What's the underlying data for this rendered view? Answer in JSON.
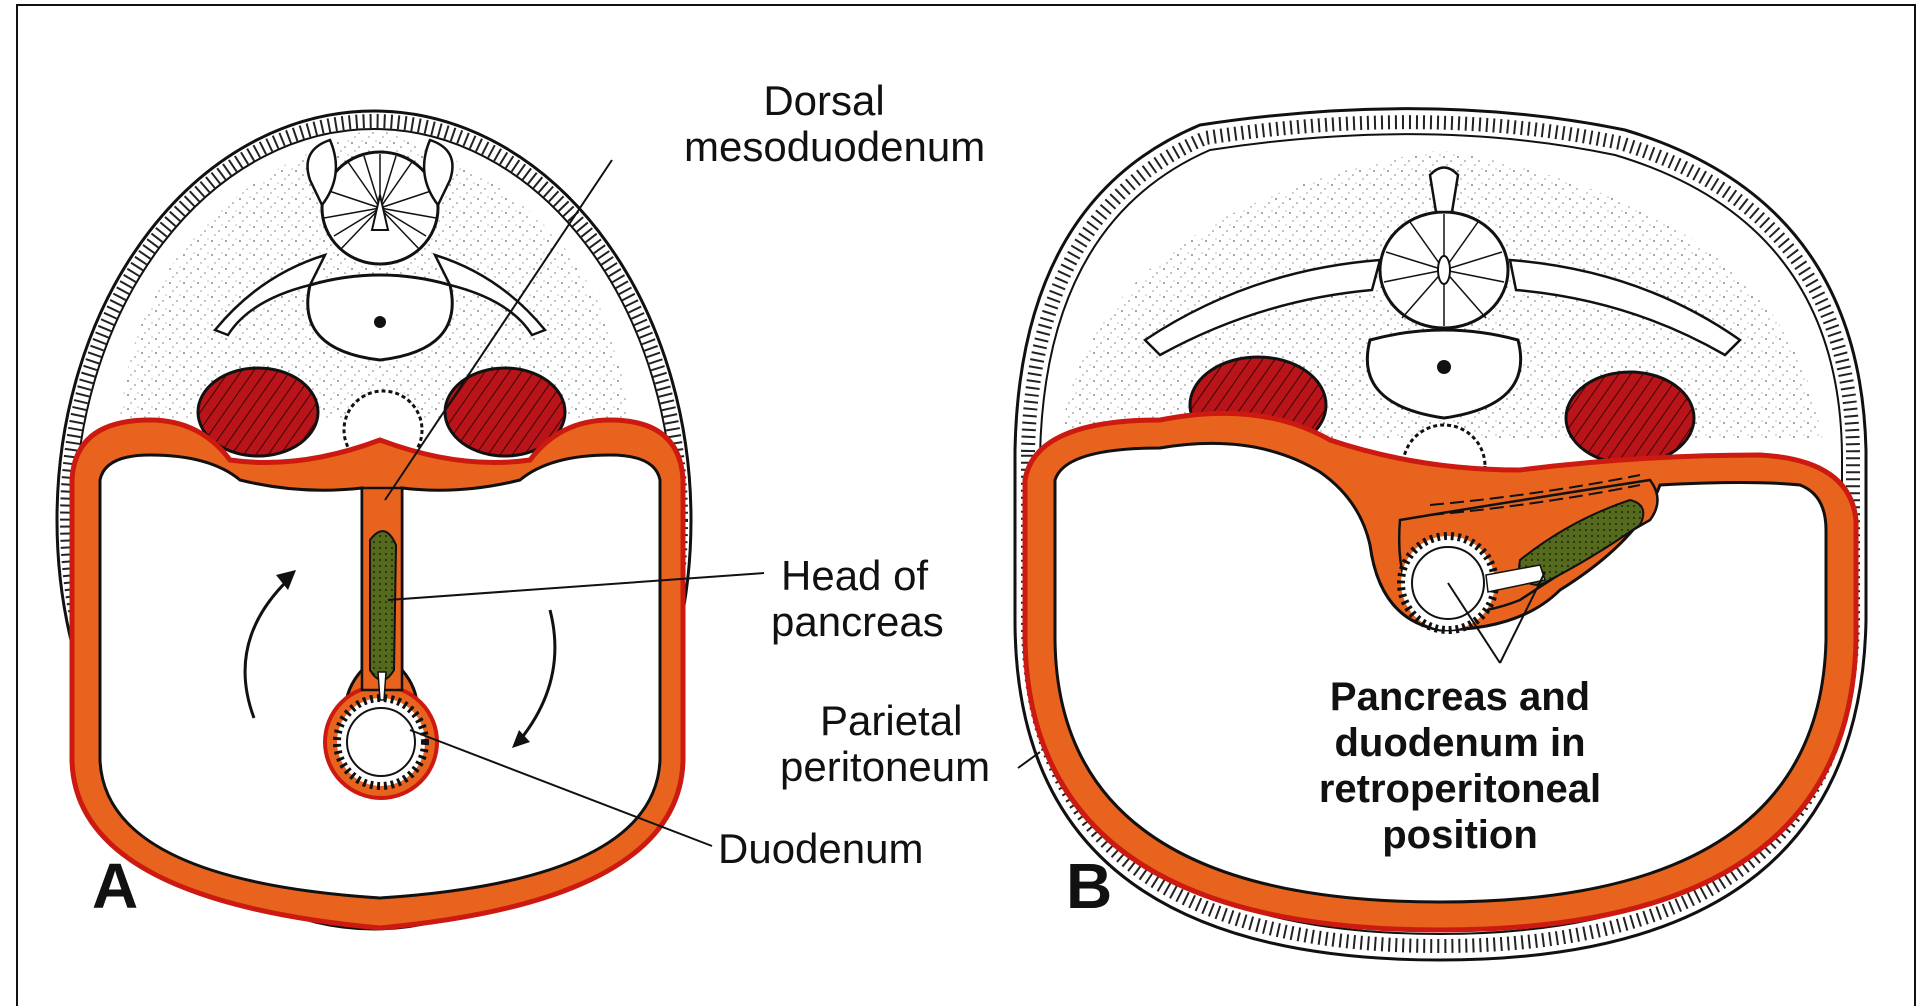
{
  "panels": [
    {
      "letter": "A"
    },
    {
      "letter": "B"
    }
  ],
  "labels": {
    "dorsal_mesoduodenum": [
      "Dorsal",
      "mesoduodenum"
    ],
    "head_of_pancreas": [
      "Head of",
      "pancreas"
    ],
    "parietal_peritoneum": [
      "Parietal",
      "peritoneum"
    ],
    "duodenum": "Duodenum",
    "retroperitoneal": [
      "Pancreas and",
      "duodenum in",
      "retroperitoneal",
      "position"
    ]
  },
  "colors": {
    "peritoneum_orange": "#e8641e",
    "peritoneum_red": "#cc1a10",
    "kidney_red": "#b8141a",
    "pancreas_green": "#5a6b1e",
    "outline": "#111111"
  }
}
